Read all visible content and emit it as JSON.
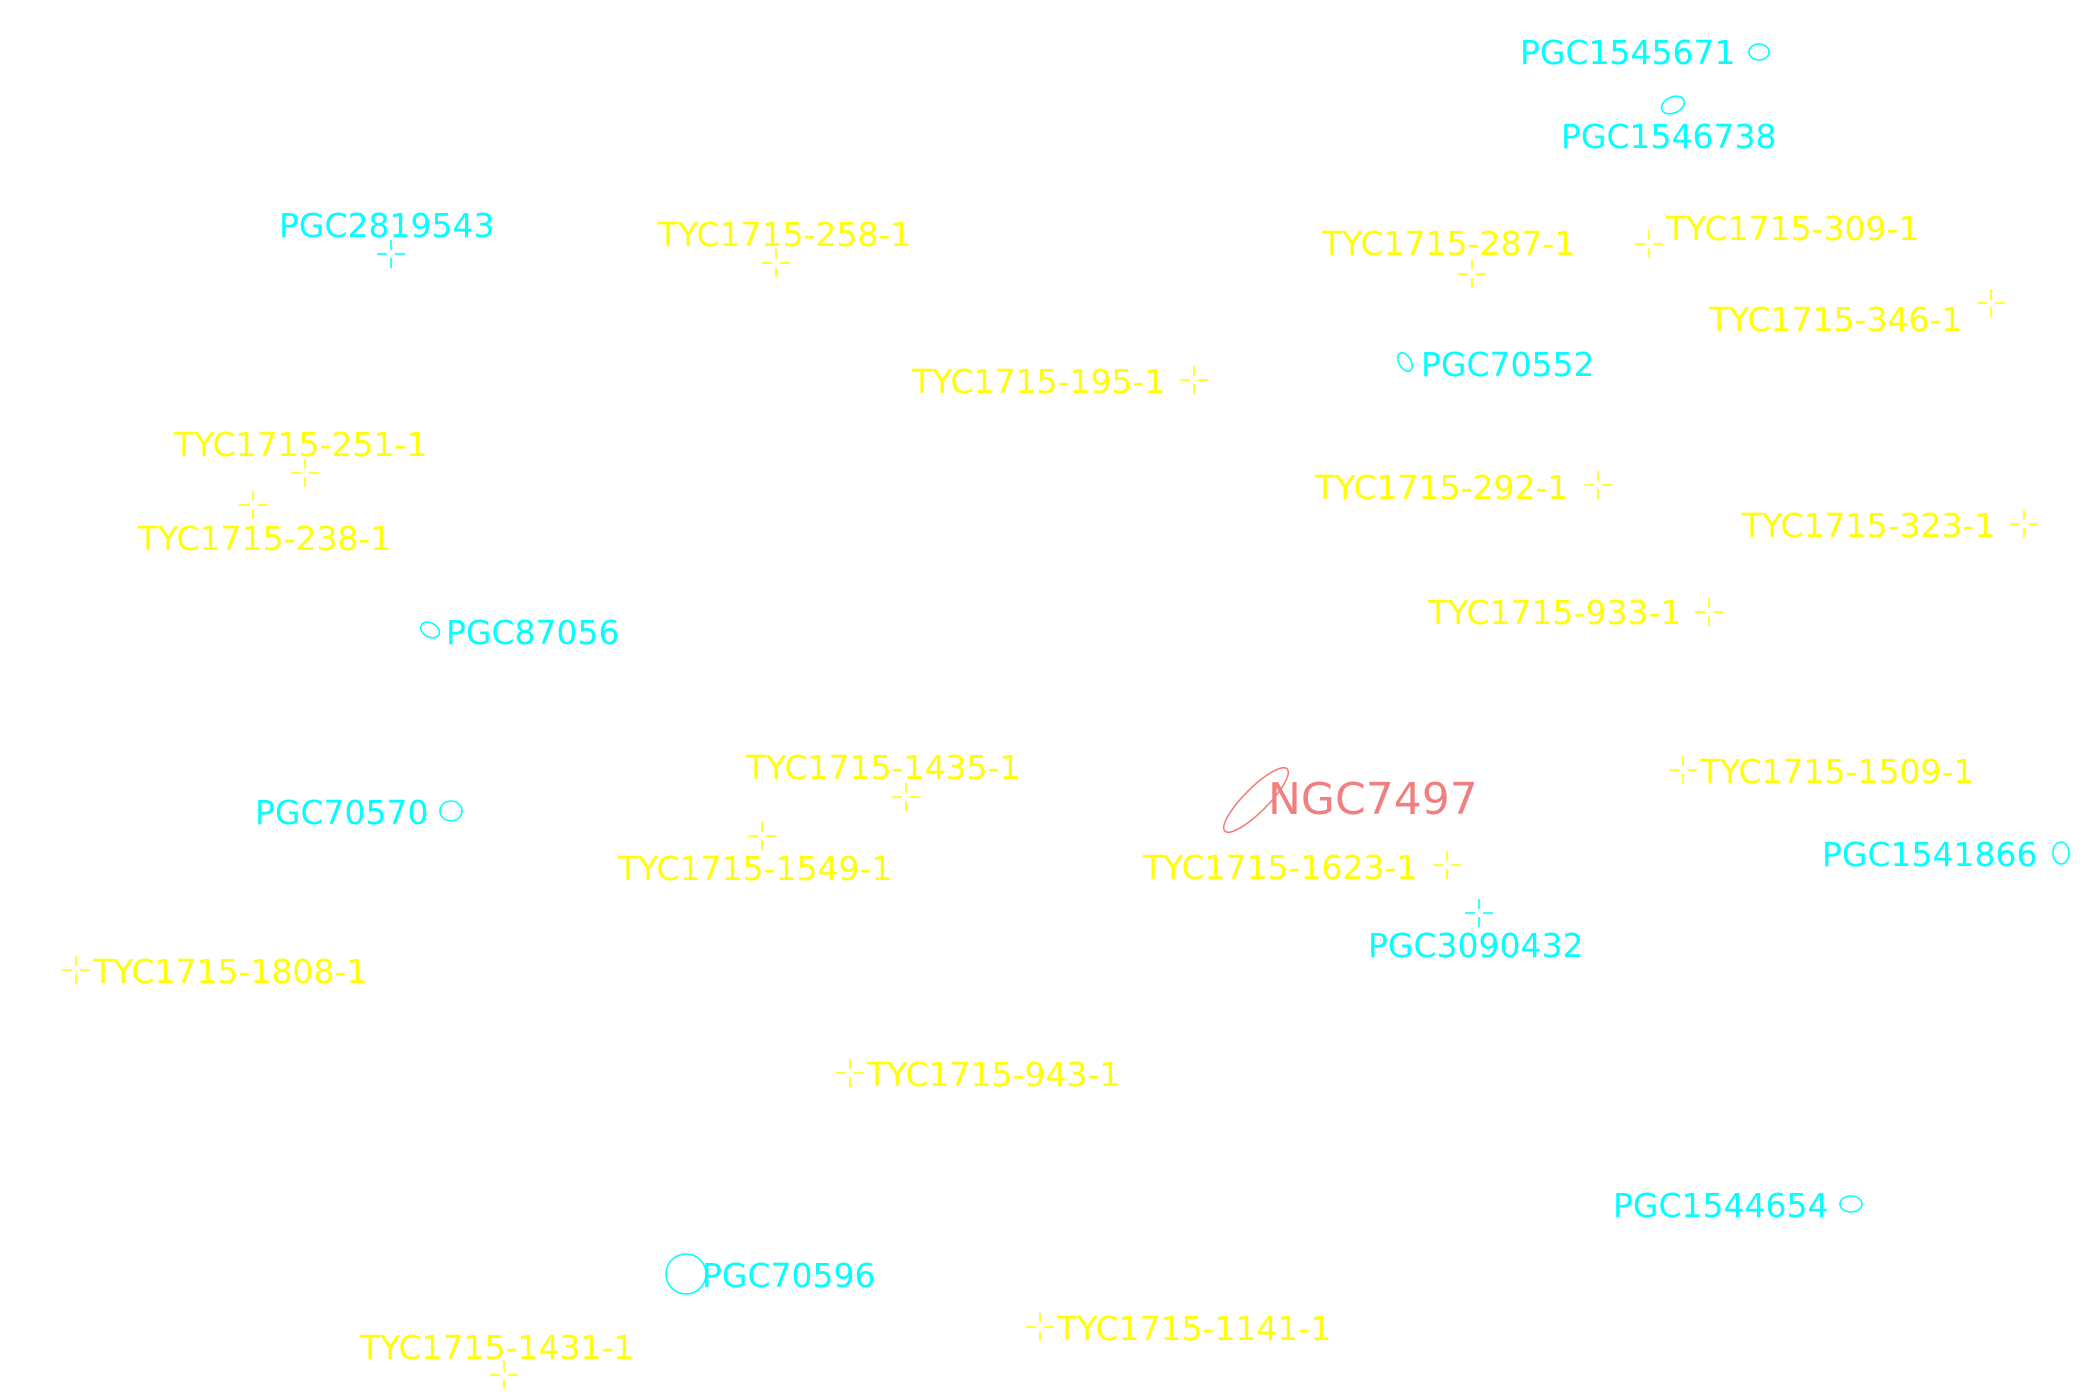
{
  "colors": {
    "star": "#ffff00",
    "galaxy": "#00ffff",
    "target": "#f08080",
    "background": "#ffffff"
  },
  "map": {
    "target": {
      "id": "target",
      "name": "NGC7497"
    },
    "stars": [
      {
        "id": "s258",
        "name": "TYC1715-258-1"
      },
      {
        "id": "s287",
        "name": "TYC1715-287-1"
      },
      {
        "id": "s309",
        "name": "TYC1715-309-1"
      },
      {
        "id": "s346",
        "name": "TYC1715-346-1"
      },
      {
        "id": "s195",
        "name": "TYC1715-195-1"
      },
      {
        "id": "s251",
        "name": "TYC1715-251-1"
      },
      {
        "id": "s238",
        "name": "TYC1715-238-1"
      },
      {
        "id": "s292",
        "name": "TYC1715-292-1"
      },
      {
        "id": "s323",
        "name": "TYC1715-323-1"
      },
      {
        "id": "s933",
        "name": "TYC1715-933-1"
      },
      {
        "id": "s1435",
        "name": "TYC1715-1435-1"
      },
      {
        "id": "s1549",
        "name": "TYC1715-1549-1"
      },
      {
        "id": "s1509",
        "name": "TYC1715-1509-1"
      },
      {
        "id": "s1623",
        "name": "TYC1715-1623-1"
      },
      {
        "id": "s1808",
        "name": "TYC1715-1808-1"
      },
      {
        "id": "s943",
        "name": "TYC1715-943-1"
      },
      {
        "id": "s1141",
        "name": "TYC1715-1141-1"
      },
      {
        "id": "s1431",
        "name": "TYC1715-1431-1"
      }
    ],
    "galaxies": [
      {
        "id": "g1545671",
        "name": "PGC1545671",
        "marker": "ellipse"
      },
      {
        "id": "g1546738",
        "name": "PGC1546738",
        "marker": "ellipse"
      },
      {
        "id": "g2819543",
        "name": "PGC2819543",
        "marker": "cross"
      },
      {
        "id": "g70552",
        "name": "PGC70552",
        "marker": "ellipse"
      },
      {
        "id": "g87056",
        "name": "PGC87056",
        "marker": "ellipse"
      },
      {
        "id": "g70570",
        "name": "PGC70570",
        "marker": "ellipse"
      },
      {
        "id": "g1541866",
        "name": "PGC1541866",
        "marker": "ellipse"
      },
      {
        "id": "g3090432",
        "name": "PGC3090432",
        "marker": "cross"
      },
      {
        "id": "g1544654",
        "name": "PGC1544654",
        "marker": "ellipse"
      },
      {
        "id": "g70596",
        "name": "PGC70596",
        "marker": "ellipse"
      }
    ]
  }
}
